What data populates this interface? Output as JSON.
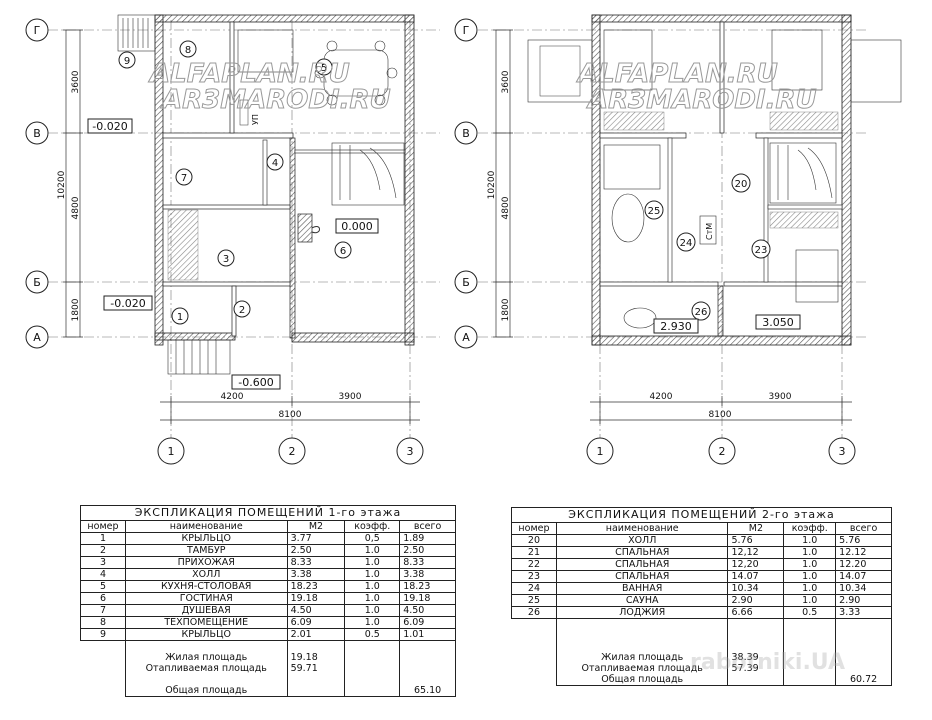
{
  "watermarks": [
    "ALFAPLAN.RU",
    "AR3MARODI.RU",
    "rabotniki.UA"
  ],
  "plan1": {
    "axes_rows": [
      "Г",
      "В",
      "Б",
      "А"
    ],
    "axes_cols": [
      "1",
      "2",
      "3"
    ],
    "dims_vertical": [
      "3600",
      "4800",
      "1800",
      "10200"
    ],
    "dims_horizontal": [
      "4200",
      "3900",
      "8100"
    ],
    "levels": [
      "-0.020",
      "0.000",
      "-0.020",
      "-0.600"
    ],
    "rooms": [
      "1",
      "2",
      "3",
      "4",
      "5",
      "6",
      "7",
      "8",
      "9"
    ],
    "stair_label": "УП"
  },
  "plan2": {
    "axes_rows": [
      "Г",
      "В",
      "Б",
      "А"
    ],
    "axes_cols": [
      "1",
      "2",
      "3"
    ],
    "dims_vertical": [
      "3600",
      "4800",
      "1800",
      "10200"
    ],
    "dims_horizontal": [
      "4200",
      "3900",
      "8100"
    ],
    "levels": [
      "2.930",
      "3.050"
    ],
    "rooms": [
      "20",
      "24",
      "25",
      "26",
      "23"
    ],
    "washer_label": "СтМ"
  },
  "table1": {
    "title": "ЭКСПЛИКАЦИЯ ПОМЕЩЕНИЙ 1-го этажа",
    "headers": [
      "номер",
      "наименование",
      "М2",
      "коэфф.",
      "всего"
    ],
    "rows": [
      [
        "1",
        "КРЫЛЬЦО",
        "3.77",
        "0,5",
        "1.89"
      ],
      [
        "2",
        "ТАМБУР",
        "2.50",
        "1.0",
        "2.50"
      ],
      [
        "3",
        "ПРИХОЖАЯ",
        "8.33",
        "1.0",
        "8.33"
      ],
      [
        "4",
        "ХОЛЛ",
        "3.38",
        "1.0",
        "3.38"
      ],
      [
        "5",
        "КУХНЯ-СТОЛОВАЯ",
        "18.23",
        "1.0",
        "18.23"
      ],
      [
        "6",
        "ГОСТИНАЯ",
        "19.18",
        "1.0",
        "19.18"
      ],
      [
        "7",
        "ДУШЕВАЯ",
        "4.50",
        "1.0",
        "4.50"
      ],
      [
        "8",
        "ТЕХПОМЕЩЕНИЕ",
        "6.09",
        "1.0",
        "6.09"
      ],
      [
        "9",
        "КРЫЛЬЦО",
        "2.01",
        "0.5",
        "1.01"
      ]
    ],
    "living_label": "Жилая площадь",
    "living_value": "19.18",
    "heated_label": "Отапливаемая площадь",
    "heated_value": "59.71",
    "total_label": "Общая площадь",
    "total_value": "65.10"
  },
  "table2": {
    "title": "ЭКСПЛИКАЦИЯ ПОМЕЩЕНИЙ 2-го этажа",
    "headers": [
      "номер",
      "наименование",
      "М2",
      "коэфф.",
      "всего"
    ],
    "rows": [
      [
        "20",
        "ХОЛЛ",
        "5.76",
        "1.0",
        "5.76"
      ],
      [
        "21",
        "СПАЛЬНАЯ",
        "12,12",
        "1.0",
        "12.12"
      ],
      [
        "22",
        "СПАЛЬНАЯ",
        "12,20",
        "1.0",
        "12.20"
      ],
      [
        "23",
        "СПАЛЬНАЯ",
        "14.07",
        "1.0",
        "14.07"
      ],
      [
        "24",
        "ВАННАЯ",
        "10.34",
        "1.0",
        "10.34"
      ],
      [
        "25",
        "САУНА",
        "2.90",
        "1.0",
        "2.90"
      ],
      [
        "26",
        "ЛОДЖИЯ",
        "6.66",
        "0.5",
        "3.33"
      ]
    ],
    "living_label": "Жилая площадь",
    "living_value": "38.39",
    "heated_label": "Отапливаемая площадь",
    "heated_value": "57.39",
    "total_label": "Общая площадь",
    "total_value": "60.72"
  }
}
